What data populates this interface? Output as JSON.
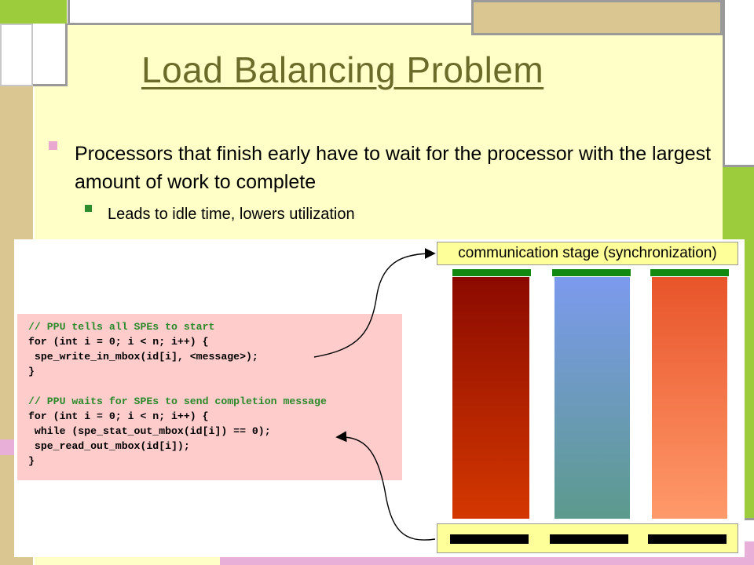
{
  "title": "Load Balancing Problem",
  "bullets": [
    {
      "text": "Processors that finish early have to wait for the processor with the largest amount of work to complete"
    },
    {
      "text": "Leads to idle time, lowers utilization"
    }
  ],
  "figure": {
    "stage_label": "communication stage (synchronization)",
    "code_lines": [
      {
        "text": "// PPU tells all SPEs to start",
        "kind": "comment"
      },
      {
        "text": "for (int i = 0; i < n; i++) {",
        "kind": "code"
      },
      {
        "text": " spe_write_in_mbox(id[i], <message>);",
        "kind": "code"
      },
      {
        "text": "}",
        "kind": "code"
      },
      {
        "text": "// PPU waits for SPEs to send completion message",
        "kind": "comment"
      },
      {
        "text": "for (int i = 0; i < n; i++) {",
        "kind": "code"
      },
      {
        "text": " while (spe_stat_out_mbox(id[i]) == 0);",
        "kind": "code"
      },
      {
        "text": " spe_read_out_mbox(id[i]);",
        "kind": "code"
      },
      {
        "text": "}",
        "kind": "code"
      }
    ],
    "colors": {
      "code_background": "#ffcccc",
      "comment": "#2a8a2a",
      "stage_box": "#ffff99",
      "sync_bar": "#128a12",
      "bar1": "#c02a00",
      "bar2": "#7090d0",
      "bar3": "#f07040"
    }
  }
}
